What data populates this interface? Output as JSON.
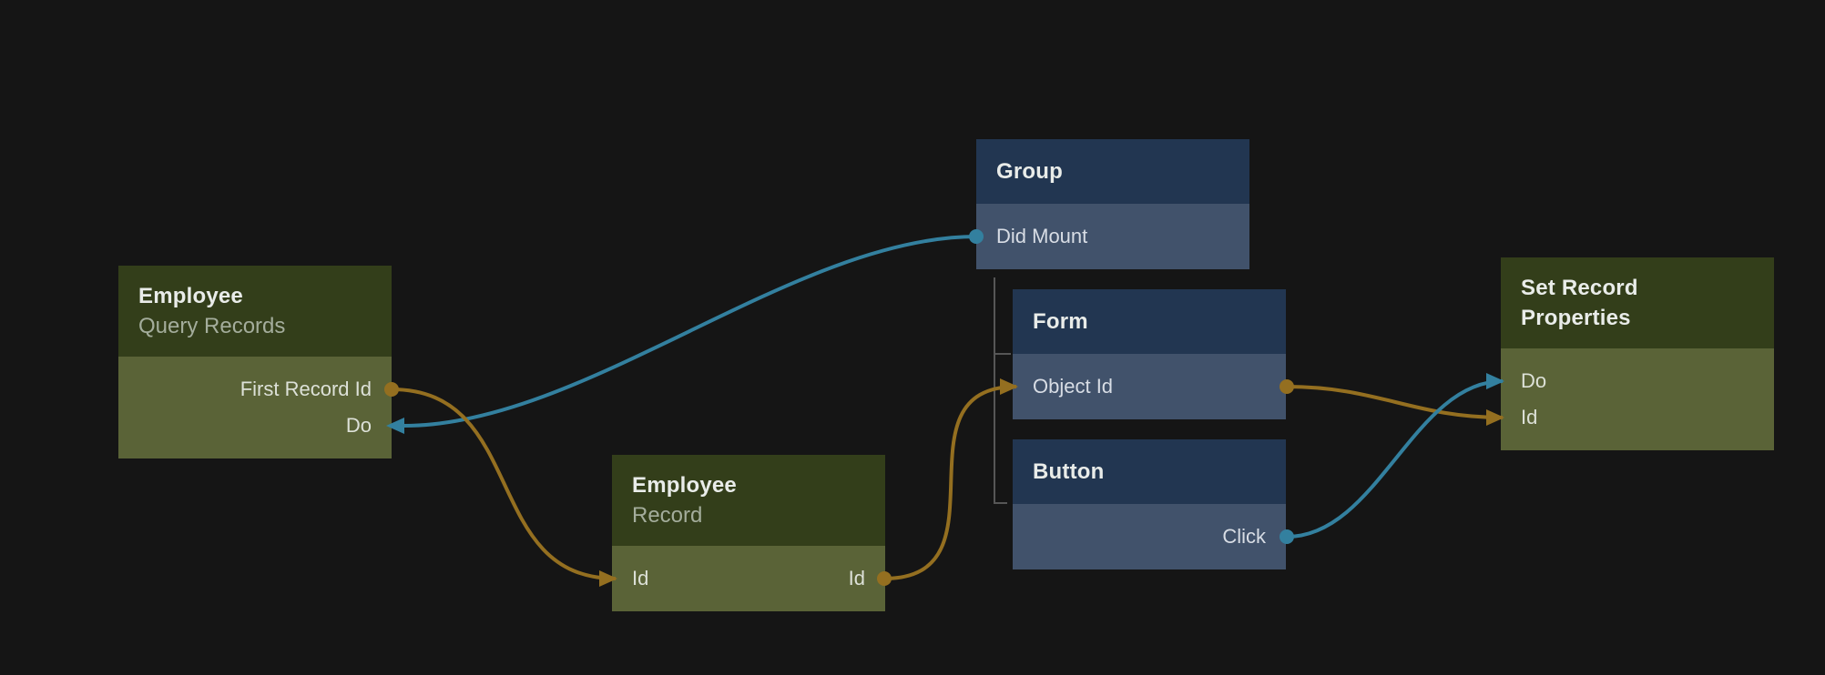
{
  "canvas": {
    "background_color": "#151515",
    "description": "Node graph canvas of a visual programming editor"
  },
  "colors": {
    "signal": "#33809f",
    "data": "#946f20",
    "tree_line": "#565656",
    "olive_header": "#333e1a",
    "olive_body": "#5a6337",
    "navy_header": "#223651",
    "navy_body": "#41526b"
  },
  "nodes": {
    "employee_query": {
      "title": "Employee",
      "subtitle": "Query Records",
      "ports": [
        {
          "label": "First Record Id",
          "direction": "output",
          "kind": "data"
        },
        {
          "label": "Do",
          "direction": "input",
          "kind": "signal"
        }
      ]
    },
    "group": {
      "title": "Group",
      "ports": [
        {
          "label": "Did Mount",
          "direction": "output",
          "kind": "signal"
        }
      ]
    },
    "form": {
      "title": "Form",
      "ports": [
        {
          "label": "Object Id",
          "direction": "input-output",
          "kind": "data"
        }
      ]
    },
    "button": {
      "title": "Button",
      "ports": [
        {
          "label": "Click",
          "direction": "output",
          "kind": "signal"
        }
      ]
    },
    "employee_record": {
      "title": "Employee",
      "subtitle": "Record",
      "ports": [
        {
          "label": "Id",
          "direction": "input",
          "kind": "data"
        },
        {
          "label": "Id",
          "direction": "output",
          "kind": "data"
        }
      ]
    },
    "set_record_properties": {
      "title": "Set Record Properties",
      "ports": [
        {
          "label": "Do",
          "direction": "input",
          "kind": "signal"
        },
        {
          "label": "Id",
          "direction": "input",
          "kind": "data"
        }
      ]
    }
  },
  "hierarchy": {
    "parent": "Group",
    "children": [
      "Form",
      "Button"
    ]
  },
  "connections": [
    {
      "from": "Group / Did Mount",
      "to": "Employee Query Records / Do",
      "kind": "signal"
    },
    {
      "from": "Employee Query Records / First Record Id",
      "to": "Employee Record / Id",
      "kind": "data"
    },
    {
      "from": "Employee Record / Id",
      "to": "Form / Object Id",
      "kind": "data"
    },
    {
      "from": "Form / Object Id",
      "to": "Set Record Properties / Id",
      "kind": "data"
    },
    {
      "from": "Button / Click",
      "to": "Set Record Properties / Do",
      "kind": "signal"
    }
  ]
}
